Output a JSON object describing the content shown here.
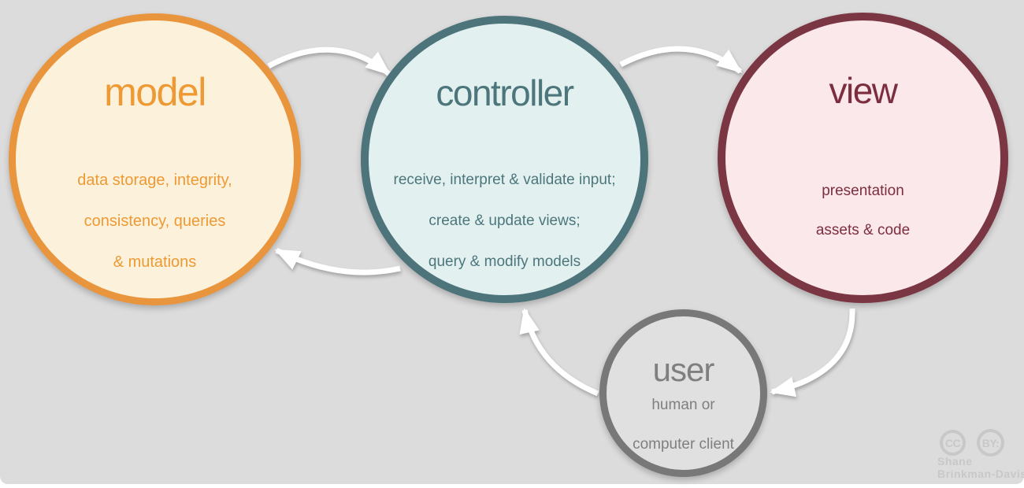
{
  "diagram": {
    "title_context": "model-view-controller pattern",
    "background_color": "#dcdcdc",
    "arrow_color": "#ffffff",
    "nodes": {
      "model": {
        "title": "model",
        "lines": [
          "data storage, integrity,",
          "consistency, queries",
          "& mutations"
        ],
        "border_color": "#e8953e",
        "fill_color": "#fcf2dc",
        "text_color": "#ee9933"
      },
      "controller": {
        "title": "controller",
        "lines": [
          "receive, interpret & validate input;",
          "create & update views;",
          "query & modify models"
        ],
        "border_color": "#4c747a",
        "fill_color": "#e2f1f0",
        "text_color": "#4d767c"
      },
      "view": {
        "title": "view",
        "lines": [
          "presentation",
          "assets & code"
        ],
        "border_color": "#7a3642",
        "fill_color": "#fae8ea",
        "text_color": "#7d2e3e"
      },
      "user": {
        "title": "user",
        "lines": [
          "human or",
          "computer client"
        ],
        "border_color": "#787878",
        "fill_color": "#e0e0e0",
        "text_color": "#7f7f7f"
      }
    },
    "edges": [
      {
        "from": "model",
        "to": "controller"
      },
      {
        "from": "controller",
        "to": "view"
      },
      {
        "from": "controller",
        "to": "model"
      },
      {
        "from": "view",
        "to": "user"
      },
      {
        "from": "user",
        "to": "controller"
      }
    ]
  },
  "attribution": {
    "badge_cc": "CC",
    "badge_by": "BY:",
    "author_line1": "Shane",
    "author_line2": "Brinkman-Davis",
    "color": "#c8c8c8"
  }
}
